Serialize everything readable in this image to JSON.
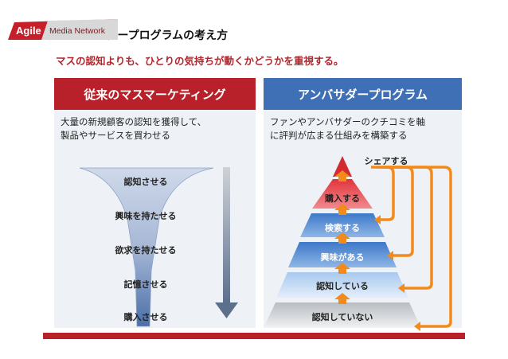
{
  "header": {
    "title": "アンバサダープログラムの考え方",
    "subtitle": "マスの認知よりも、ひとりの気持ちが動くかどうかを重視する。"
  },
  "logo": {
    "brand": "Agile",
    "rest": "Media Network"
  },
  "left_panel": {
    "heading": "従来のマスマーケティング",
    "description_lines": [
      "大量の新規顧客の認知を獲得して、",
      "製品やサービスを買わせる"
    ],
    "funnel_stages": [
      "認知させる",
      "興味を持たせる",
      "欲求を持たせる",
      "記憶させる",
      "購入させる"
    ]
  },
  "right_panel": {
    "heading": "アンバサダープログラム",
    "description_lines": [
      "ファンやアンバサダーのクチコミを軸",
      "に評判が広まる仕組みを構築する"
    ],
    "pyramid_levels": [
      "シェアする",
      "購入する",
      "検索する",
      "興味がある",
      "認知している",
      "認知していない"
    ]
  },
  "colors": {
    "accent_red": "#b8202a",
    "accent_blue": "#3f6fb5",
    "arrow_orange": "#f28b1c"
  }
}
